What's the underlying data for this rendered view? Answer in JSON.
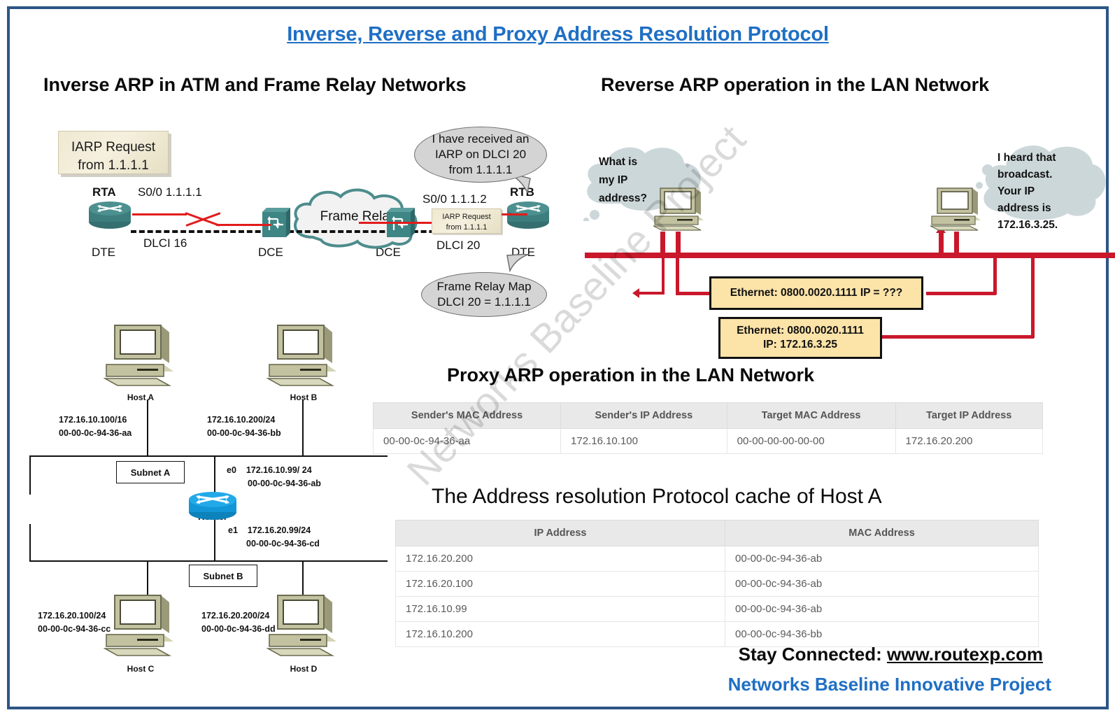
{
  "page": {
    "title": "Inverse, Reverse and Proxy Address Resolution Protocol",
    "watermark": "Networks Baseline Project",
    "border_color": "#2d5586",
    "title_color": "#1f6fc4"
  },
  "sections": {
    "iarp_title": "Inverse ARP in ATM and Frame Relay Networks",
    "rarp_title": "Reverse ARP operation in the LAN Network",
    "proxy_title": "Proxy ARP operation in the LAN Network",
    "cache_title": "The Address resolution Protocol cache of Host A"
  },
  "iarp_diagram": {
    "note": "IARP Request\nfrom 1.1.1.1",
    "note_line1": "IARP Request",
    "note_line2": "from 1.1.1.1",
    "inline_note_line1": "IARP Request",
    "inline_note_line2": "from 1.1.1.1",
    "cloud_label": "Frame Relay",
    "rta_label": "RTA",
    "rtb_label": "RTB",
    "rta_role": "DTE",
    "rtb_role": "DTE",
    "dce_left": "DCE",
    "dce_right": "DCE",
    "link_left": "S0/0 1.1.1.1",
    "link_right": "S0/0 1.1.1.2",
    "dlci_left": "DLCI 16",
    "dlci_right": "DLCI 20",
    "bubble_rtb_line1": "I have received an",
    "bubble_rtb_line2": "IARP on DLCI 20",
    "bubble_rtb_line3": "from 1.1.1.1",
    "bubble_map_line1": "Frame Relay Map",
    "bubble_map_line2": "DLCI 20 = 1.1.1.1"
  },
  "rarp_diagram": {
    "left_thought_line1": "What is",
    "left_thought_line2": "my IP",
    "left_thought_line3": "address?",
    "right_thought_line1": "I heard that",
    "right_thought_line2": "broadcast.",
    "right_thought_line3": "Your IP",
    "right_thought_line4": "address is",
    "right_thought_line5": "172.16.3.25.",
    "request_frame": "Ethernet: 0800.0020.1111 IP = ???",
    "reply_frame_line1": "Ethernet: 0800.0020.1111",
    "reply_frame_line2": "IP: 172.16.3.25"
  },
  "lan_diagram": {
    "hosts": [
      {
        "name": "Host A",
        "ip": "172.16.10.100/16",
        "mac": "00-00-0c-94-36-aa"
      },
      {
        "name": "Host B",
        "ip": "172.16.10.200/24",
        "mac": "00-00-0c-94-36-bb"
      },
      {
        "name": "Host C",
        "ip": "172.16.20.100/24",
        "mac": "00-00-0c-94-36-cc"
      },
      {
        "name": "Host D",
        "ip": "172.16.20.200/24",
        "mac": "00-00-0c-94-36-dd"
      }
    ],
    "subnet_a": "Subnet A",
    "subnet_b": "Subnet B",
    "router_label": "Router",
    "router_if0_name": "e0",
    "router_if0_ip": "172.16.10.99/ 24",
    "router_if0_mac": "00-00-0c-94-36-ab",
    "router_if1_name": "e1",
    "router_if1_ip": "172.16.20.99/24",
    "router_if1_mac": "00-00-0c-94-36-cd"
  },
  "proxy_table": {
    "headers": [
      "Sender's MAC Address",
      "Sender's IP Address",
      "Target MAC Address",
      "Target IP Address"
    ],
    "rows": [
      [
        "00-00-0c-94-36-aa",
        "172.16.10.100",
        "00-00-00-00-00-00",
        "172.16.20.200"
      ]
    ]
  },
  "cache_table": {
    "headers": [
      "IP Address",
      "MAC Address"
    ],
    "rows": [
      [
        "172.16.20.200",
        "00-00-0c-94-36-ab"
      ],
      [
        "172.16.20.100",
        "00-00-0c-94-36-ab"
      ],
      [
        "172.16.10.99",
        "00-00-0c-94-36-ab"
      ],
      [
        "172.16.10.200",
        "00-00-0c-94-36-bb"
      ]
    ]
  },
  "footer": {
    "stay_connected_prefix": "Stay Connected: ",
    "site": "www.routexp.com",
    "brand": "Networks Baseline Innovative Project"
  }
}
